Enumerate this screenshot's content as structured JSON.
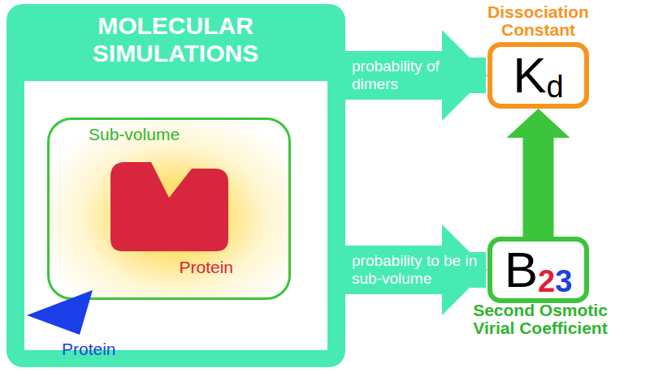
{
  "diagram": {
    "nodes": [
      {
        "text": [
          "MOLECULAR SIMULATIONS"
        ]
      },
      {
        "text": [
          "Sub-volume"
        ],
        "in": 0
      },
      {
        "text": [
          "Protein"
        ],
        "in": 1
      },
      {
        "text": [
          "Protein"
        ],
        "in": 0
      },
      {
        "text": [
          "Dissociation Constant",
          "K",
          "d"
        ]
      },
      {
        "text": [
          "B",
          "2",
          "3",
          "Second Osmotic Virial Coefficient"
        ]
      }
    ],
    "edges": [
      {
        "from": 0,
        "to": 4,
        "arrow": "to",
        "label": "probability of dimers"
      },
      {
        "from": 0,
        "to": 5,
        "arrow": "to",
        "label": "probability to be in sub-volume"
      },
      {
        "from": 5,
        "to": 4,
        "arrow": "to"
      }
    ]
  }
}
